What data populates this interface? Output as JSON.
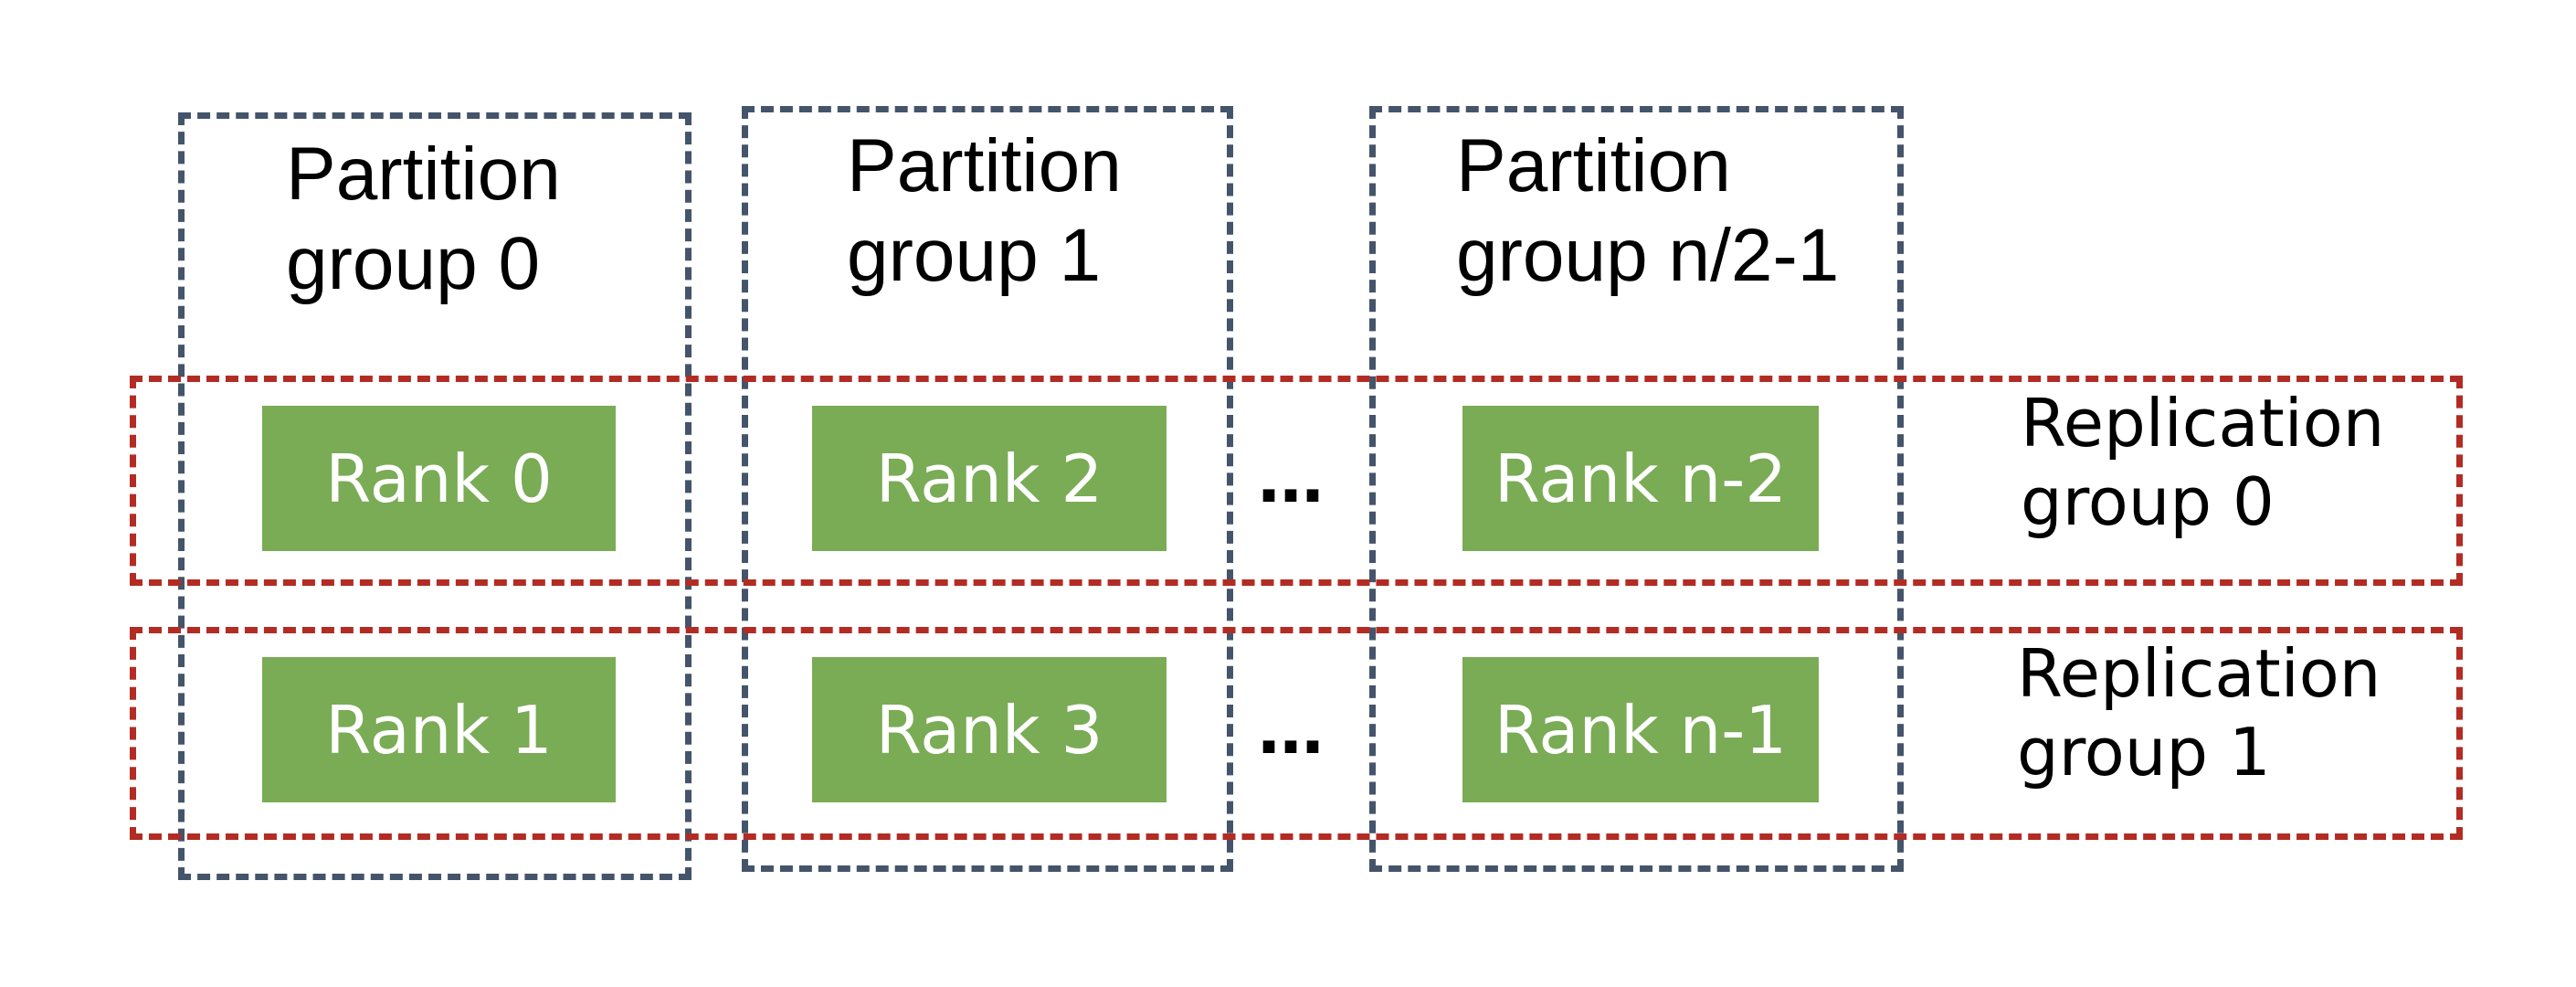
{
  "colors": {
    "partition_border": "#44546a",
    "replication_border": "#b22c24",
    "rank_fill": "#7aab55",
    "rank_text": "#ffffff"
  },
  "partition_groups": [
    {
      "line1": "Partition",
      "line2": "group 0"
    },
    {
      "line1": "Partition",
      "line2": "group 1"
    },
    {
      "line1": "Partition",
      "line2": "group n/2-1"
    }
  ],
  "replication_groups": [
    {
      "line1": "Replication",
      "line2": "group 0"
    },
    {
      "line1": "Replication",
      "line2": "group 1"
    }
  ],
  "ranks": {
    "row0": [
      "Rank 0",
      "Rank 2",
      "Rank n-2"
    ],
    "row1": [
      "Rank 1",
      "Rank 3",
      "Rank n-1"
    ]
  },
  "ellipsis": "…"
}
